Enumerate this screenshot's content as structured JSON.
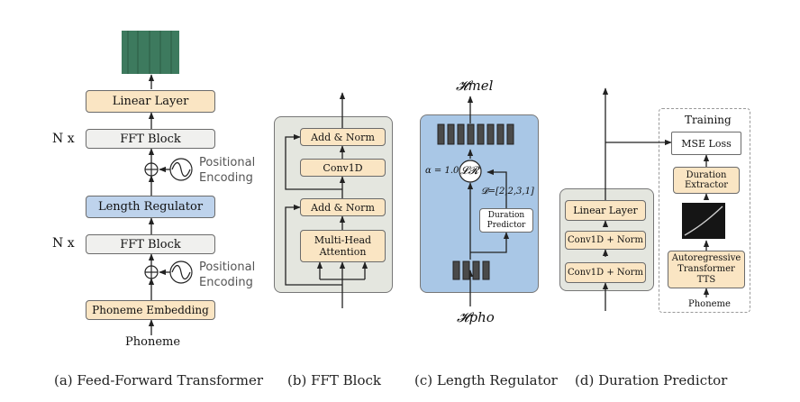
{
  "colors": {
    "tan_box": "#fae5c3",
    "gray_box": "#f0f0ee",
    "blue_box": "#bed3ec",
    "panel_gray": "#e4e6df",
    "panel_blue": "#a9c7e6",
    "spectrogram": "#3d7a5e"
  },
  "fig_a": {
    "linear_layer": "Linear Layer",
    "fft_block_top": "FFT Block",
    "nx_top": "N x",
    "positional_top": "Positional",
    "encoding_top": "Encoding",
    "length_regulator": "Length Regulator",
    "fft_block_bottom": "FFT Block",
    "nx_bottom": "N x",
    "positional_bottom": "Positional",
    "encoding_bottom": "Encoding",
    "phoneme_embedding": "Phoneme Embedding",
    "phoneme": "Phoneme",
    "caption": "(a) Feed-Forward Transformer"
  },
  "fig_b": {
    "add_norm_top": "Add & Norm",
    "conv1d": "Conv1D",
    "add_norm_bottom": "Add & Norm",
    "mha_line1": "Multi-Head",
    "mha_line2": "Attention",
    "caption": "(b) FFT Block"
  },
  "fig_c": {
    "h_mel": "𝓗mel",
    "h_pho": "𝓗pho",
    "alpha": "α = 1.0",
    "lr": "𝓛𝓡",
    "d_vector": "𝓓=[2,2,3,1]",
    "duration_line1": "Duration",
    "duration_line2": "Predictor",
    "caption": "(c) Length Regulator"
  },
  "fig_d": {
    "linear_layer": "Linear Layer",
    "conv_top": "Conv1D + Norm",
    "conv_bottom": "Conv1D + Norm",
    "training": "Training",
    "mse_loss": "MSE Loss",
    "duration_line1": "Duration",
    "duration_line2": "Extractor",
    "tts_line1": "Autoregressive",
    "tts_line2": "Transformer TTS",
    "phoneme": "Phoneme",
    "caption": "(d) Duration Predictor"
  }
}
